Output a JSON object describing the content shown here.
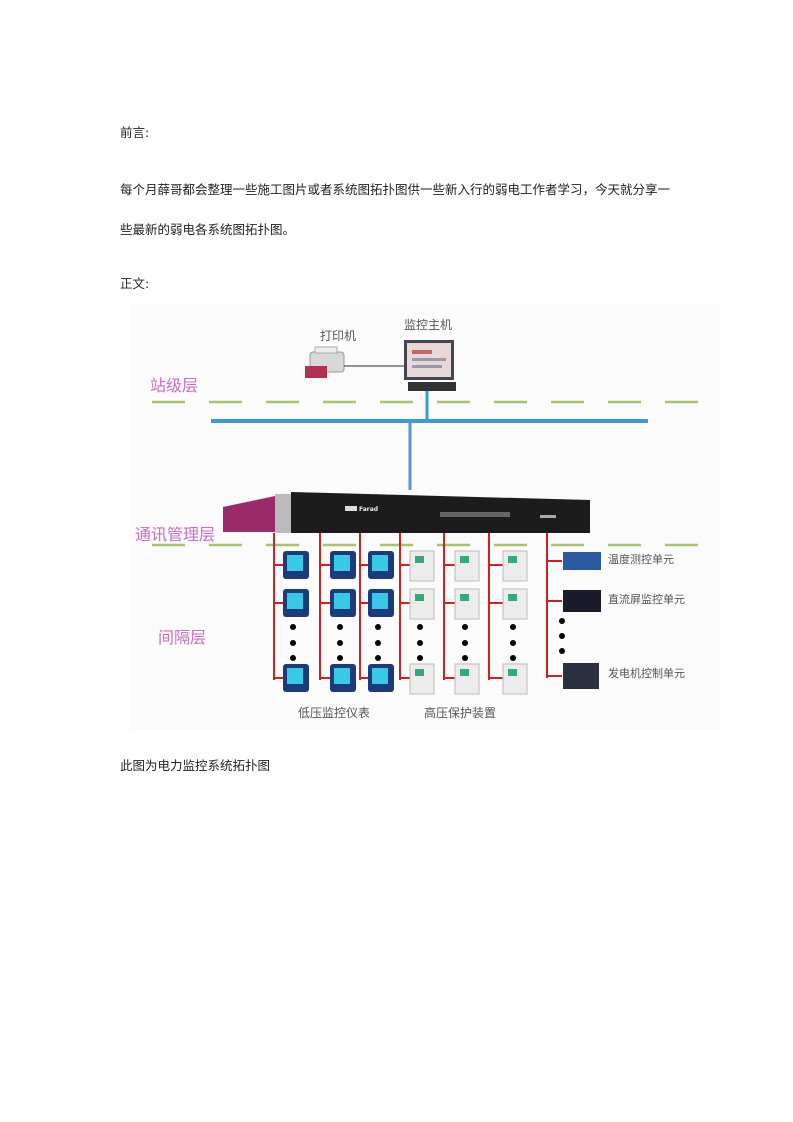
{
  "intro_heading": "前言:",
  "intro_line1": "每个月薛哥都会整理一些施工图片或者系统图拓扑图供一些新入行的弱电工作者学习，今天就分享一",
  "intro_line2": "些最新的弱电各系统图拓扑图。",
  "body_heading": "正文:",
  "diagram": {
    "printer_label": "打印机",
    "host_label": "监控主机",
    "layer_station": "站级层",
    "layer_comm": "通讯管理层",
    "layer_bay": "间隔层",
    "device_brand": "Farad",
    "group_low_voltage": "低压监控仪表",
    "group_high_voltage": "高压保护装置",
    "unit_temp": "温度测控单元",
    "unit_dc": "直流屏监控单元",
    "unit_generator": "发电机控制单元",
    "colors": {
      "layer_label": "#c86fc0",
      "dash": "#a8c46a",
      "bus": "#3a9bd6",
      "uplink": "#5b8fd6",
      "field_bus": "#d02020",
      "chassis": "#9a2a6a"
    }
  },
  "caption": "此图为电力监控系统拓扑图"
}
